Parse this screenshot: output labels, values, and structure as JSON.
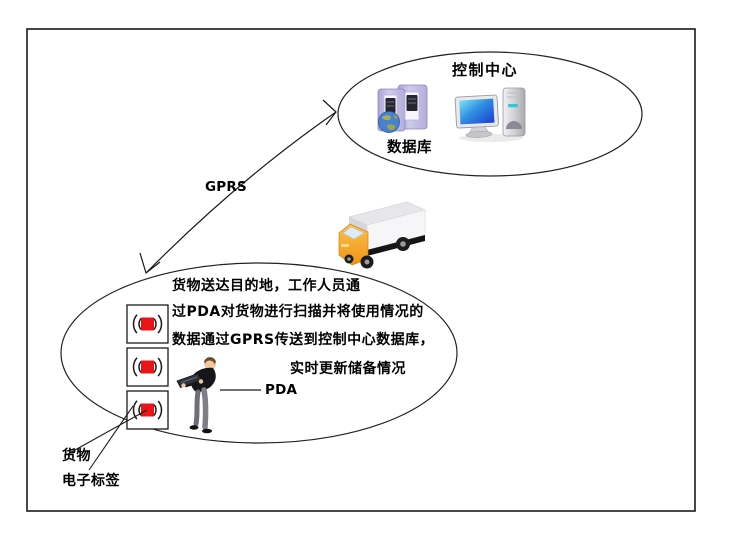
{
  "control_center": {
    "title": "控制中心",
    "database_label": "数据库"
  },
  "gprs_label": "GPRS",
  "delivery_note": {
    "lines": [
      "货物送达目的地，工作人员通",
      "过PDA对货物进行扫描并将使用情况的",
      "数据通过GPRS传送到控制中心数据库，",
      "实时更新储备情况"
    ]
  },
  "pda_label": "PDA",
  "goods_label": "货物",
  "etag_label": "电子标签",
  "icons": {
    "database": "database-server-globe-icon",
    "workstation": "desktop-computer-icon",
    "truck": "delivery-truck-icon",
    "worker": "worker-with-pda-icon",
    "rfid_tag": "rfid-tag-icon"
  },
  "colors": {
    "ink": "#1a1a1a",
    "tag_red": "#e91417",
    "truck_orange": "#f5a623",
    "server_purple": "#c7c2e4",
    "globe_blue": "#4a80d0",
    "screen_cyan": "#7de4f2",
    "screen_blue": "#1b3fd0"
  }
}
